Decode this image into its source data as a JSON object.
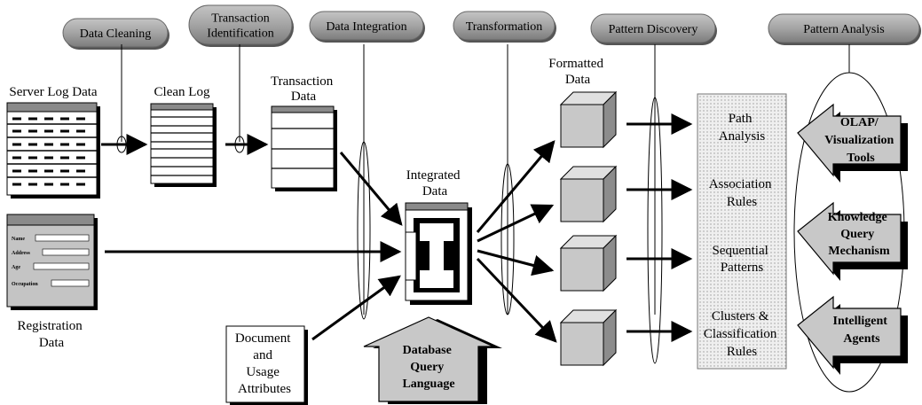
{
  "stages": [
    {
      "label": "Data Cleaning"
    },
    {
      "label": [
        "Transaction",
        "Identification"
      ]
    },
    {
      "label": "Data Integration"
    },
    {
      "label": "Transformation"
    },
    {
      "label": "Pattern Discovery"
    },
    {
      "label": "Pattern Analysis"
    }
  ],
  "sources": {
    "server_log": {
      "label": "Server Log Data"
    },
    "registration": {
      "label": [
        "Registration",
        "Data"
      ],
      "fields": [
        "Name",
        "Address",
        "Age",
        "Occupation"
      ]
    },
    "document": {
      "label": [
        "Document",
        "and",
        "Usage",
        "Attributes"
      ]
    }
  },
  "intermediate": {
    "clean_log": {
      "label": "Clean Log"
    },
    "transaction": {
      "label": [
        "Transaction",
        "Data"
      ]
    },
    "integrated": {
      "label": [
        "Integrated",
        "Data"
      ]
    },
    "formatted": {
      "label": [
        "Formatted",
        "Data"
      ]
    }
  },
  "query_language": {
    "label": [
      "Database",
      "Query",
      "Language"
    ]
  },
  "discovery_methods": [
    {
      "label": [
        "Path",
        "Analysis"
      ]
    },
    {
      "label": [
        "Association",
        "Rules"
      ]
    },
    {
      "label": [
        "Sequential",
        "Patterns"
      ]
    },
    {
      "label": [
        "Clusters &",
        "Classification",
        "Rules"
      ]
    }
  ],
  "analysis_tools": [
    {
      "label": [
        "OLAP/",
        "Visualization",
        "Tools"
      ]
    },
    {
      "label": [
        "Knowledge",
        "Query",
        "Mechanism"
      ]
    },
    {
      "label": [
        "Intelligent",
        "Agents"
      ]
    }
  ],
  "colors": {
    "pill_fill": "#a9a9a9",
    "box_fill": "#c8c8c8",
    "header_fill": "#8a8a8a",
    "shadow": "#000000",
    "dotted_panel": "#e6e6e6"
  }
}
